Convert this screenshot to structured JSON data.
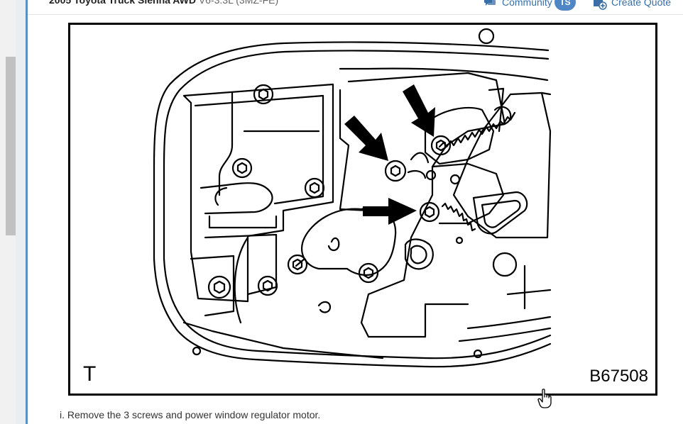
{
  "header": {
    "vehicle_title": "2005 Toyota Truck Sienna AWD",
    "engine": "V6-3.3L (3MZ-FE)",
    "community_label": "Community",
    "community_icon": "chat-bubbles-icon",
    "avatar_initials": "TS",
    "create_quote_label": "Create Quote",
    "create_quote_icon": "add-document-icon"
  },
  "diagram": {
    "corner_label": "T",
    "code": "B67508"
  },
  "instruction": {
    "text": "i. Remove the 3 screws and power window regulator motor."
  },
  "colors": {
    "link": "#3a6ea5",
    "avatar_bg": "#4f86c6",
    "accent_edge": "#5b8ec2"
  }
}
